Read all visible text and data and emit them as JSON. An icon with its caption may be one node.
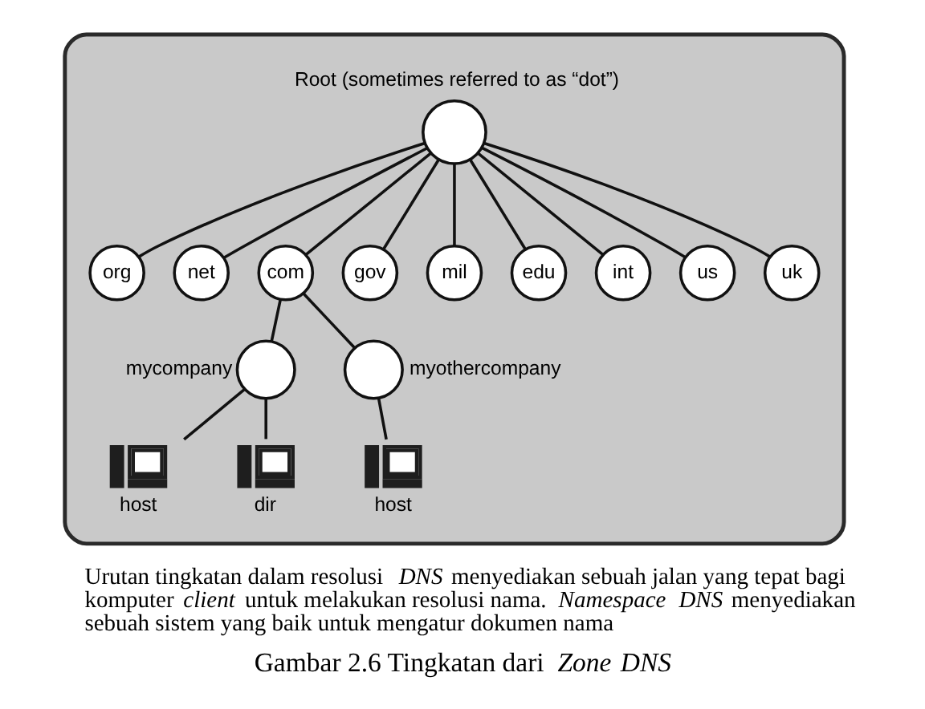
{
  "diagram": {
    "caption": "Gambar 2.6 Tingkatan dari *Zone DNS*",
    "nodes": [
      {
        "text": [],
        "shape": "box"
      },
      {
        "text": [
          "Root (sometimes referred to as “dot”)"
        ],
        "in": 0
      },
      {
        "text": [
          "org"
        ],
        "in": 0
      },
      {
        "text": [
          "net"
        ],
        "in": 0
      },
      {
        "text": [
          "com"
        ],
        "in": 0
      },
      {
        "text": [
          "gov"
        ],
        "in": 0
      },
      {
        "text": [
          "mil"
        ],
        "in": 0
      },
      {
        "text": [
          "edu"
        ],
        "in": 0
      },
      {
        "text": [
          "int"
        ],
        "in": 0
      },
      {
        "text": [
          "us"
        ],
        "in": 0
      },
      {
        "text": [
          "uk"
        ],
        "in": 0
      },
      {
        "text": [
          "mycompany"
        ],
        "in": 0
      },
      {
        "text": [
          "myothercompany"
        ],
        "in": 0
      },
      {
        "text": [
          "host"
        ],
        "in": 0
      },
      {
        "text": [
          "dir"
        ],
        "in": 0
      },
      {
        "text": [
          "host"
        ],
        "in": 0
      }
    ],
    "edges": [
      {
        "from": 1,
        "to": 2,
        "arrow": "none"
      },
      {
        "from": 1,
        "to": 3,
        "arrow": "none"
      },
      {
        "from": 1,
        "to": 4,
        "arrow": "none"
      },
      {
        "from": 1,
        "to": 5,
        "arrow": "none"
      },
      {
        "from": 1,
        "to": 6,
        "arrow": "none"
      },
      {
        "from": 1,
        "to": 7,
        "arrow": "none"
      },
      {
        "from": 1,
        "to": 8,
        "arrow": "none"
      },
      {
        "from": 1,
        "to": 9,
        "arrow": "none"
      },
      {
        "from": 1,
        "to": 10,
        "arrow": "none"
      },
      {
        "from": 4,
        "to": 11,
        "arrow": "none"
      },
      {
        "from": 4,
        "to": 12,
        "arrow": "none"
      },
      {
        "from": 11,
        "to": 13,
        "arrow": "none"
      },
      {
        "from": 11,
        "to": 14,
        "arrow": "none"
      },
      {
        "from": 12,
        "to": 15,
        "arrow": "none"
      }
    ],
    "labels": [
      "Urutan tingkatan dalam resolusi *DNS* menyediakan sebuah jalan yang tepat bagi komputer *client* untuk melakukan resolusi nama. *Namespace DNS* menyediakan sebuah sistem yang baik untuk mengatur dokumen nama"
    ]
  }
}
